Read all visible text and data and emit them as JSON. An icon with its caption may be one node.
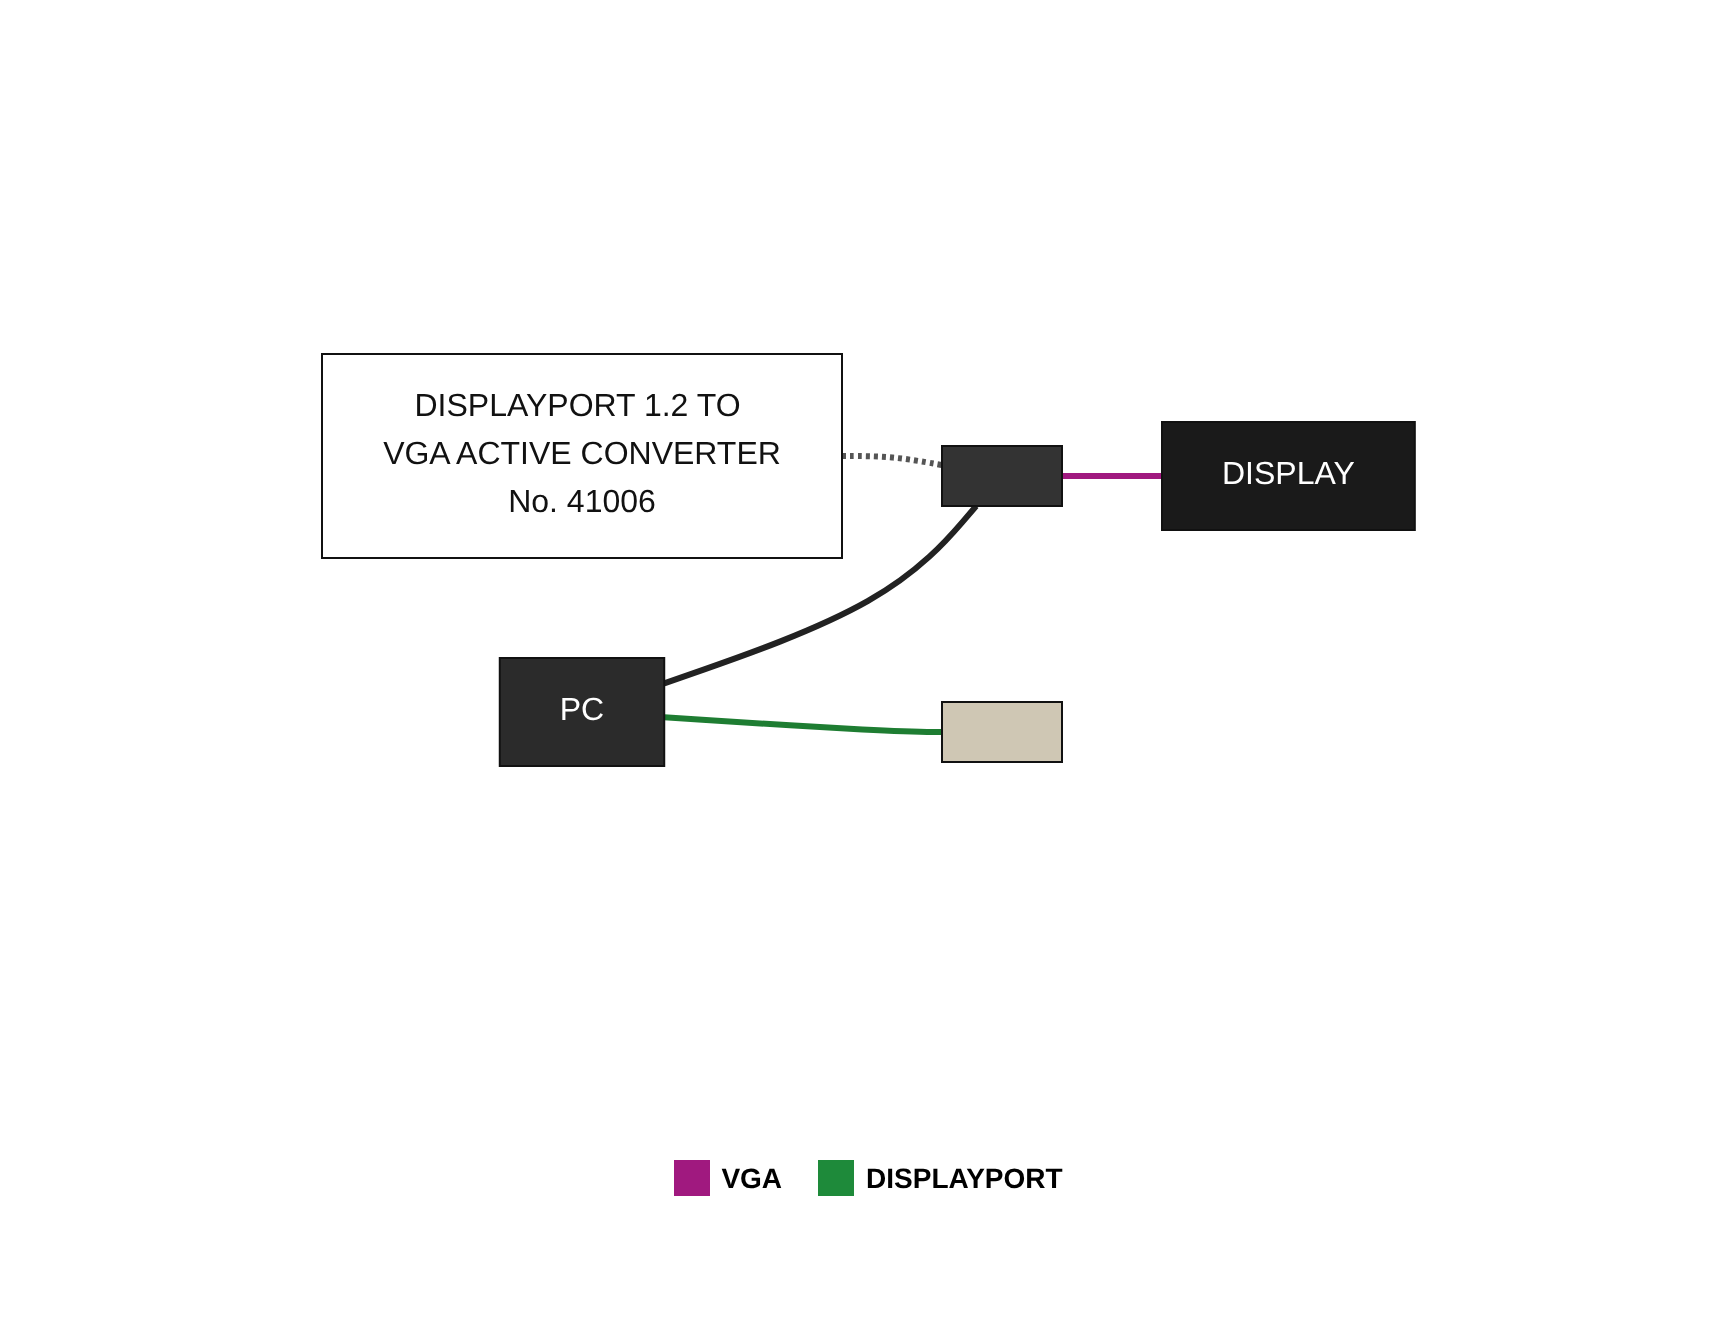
{
  "diagram": {
    "nodes": [
      {
        "text": [
          "PC"
        ]
      },
      {
        "text": [
          "DISPLAYPORT 1.2 TO VGA ACTIVE CONVERTER",
          "No. 41006"
        ]
      },
      {
        "text": [],
        "shape": "box"
      },
      {
        "text": [
          "DISPLAY"
        ]
      },
      {
        "text": [],
        "shape": "box"
      }
    ],
    "edges": [
      {
        "from": 0,
        "to": 2,
        "arrow": "none",
        "color": "#222222"
      },
      {
        "from": 2,
        "to": 3,
        "arrow": "none",
        "color": "#a0197f"
      },
      {
        "from": 0,
        "to": 4,
        "arrow": "none",
        "color": "#1e7d32"
      },
      {
        "from": 1,
        "to": 2,
        "arrow": "none",
        "style": "dashed",
        "color": "#555555"
      }
    ],
    "legend": [
      {
        "text": "VGA",
        "color": "#a0197f"
      },
      {
        "text": "DISPLAYPORT",
        "color": "#1e8a3a"
      }
    ]
  }
}
